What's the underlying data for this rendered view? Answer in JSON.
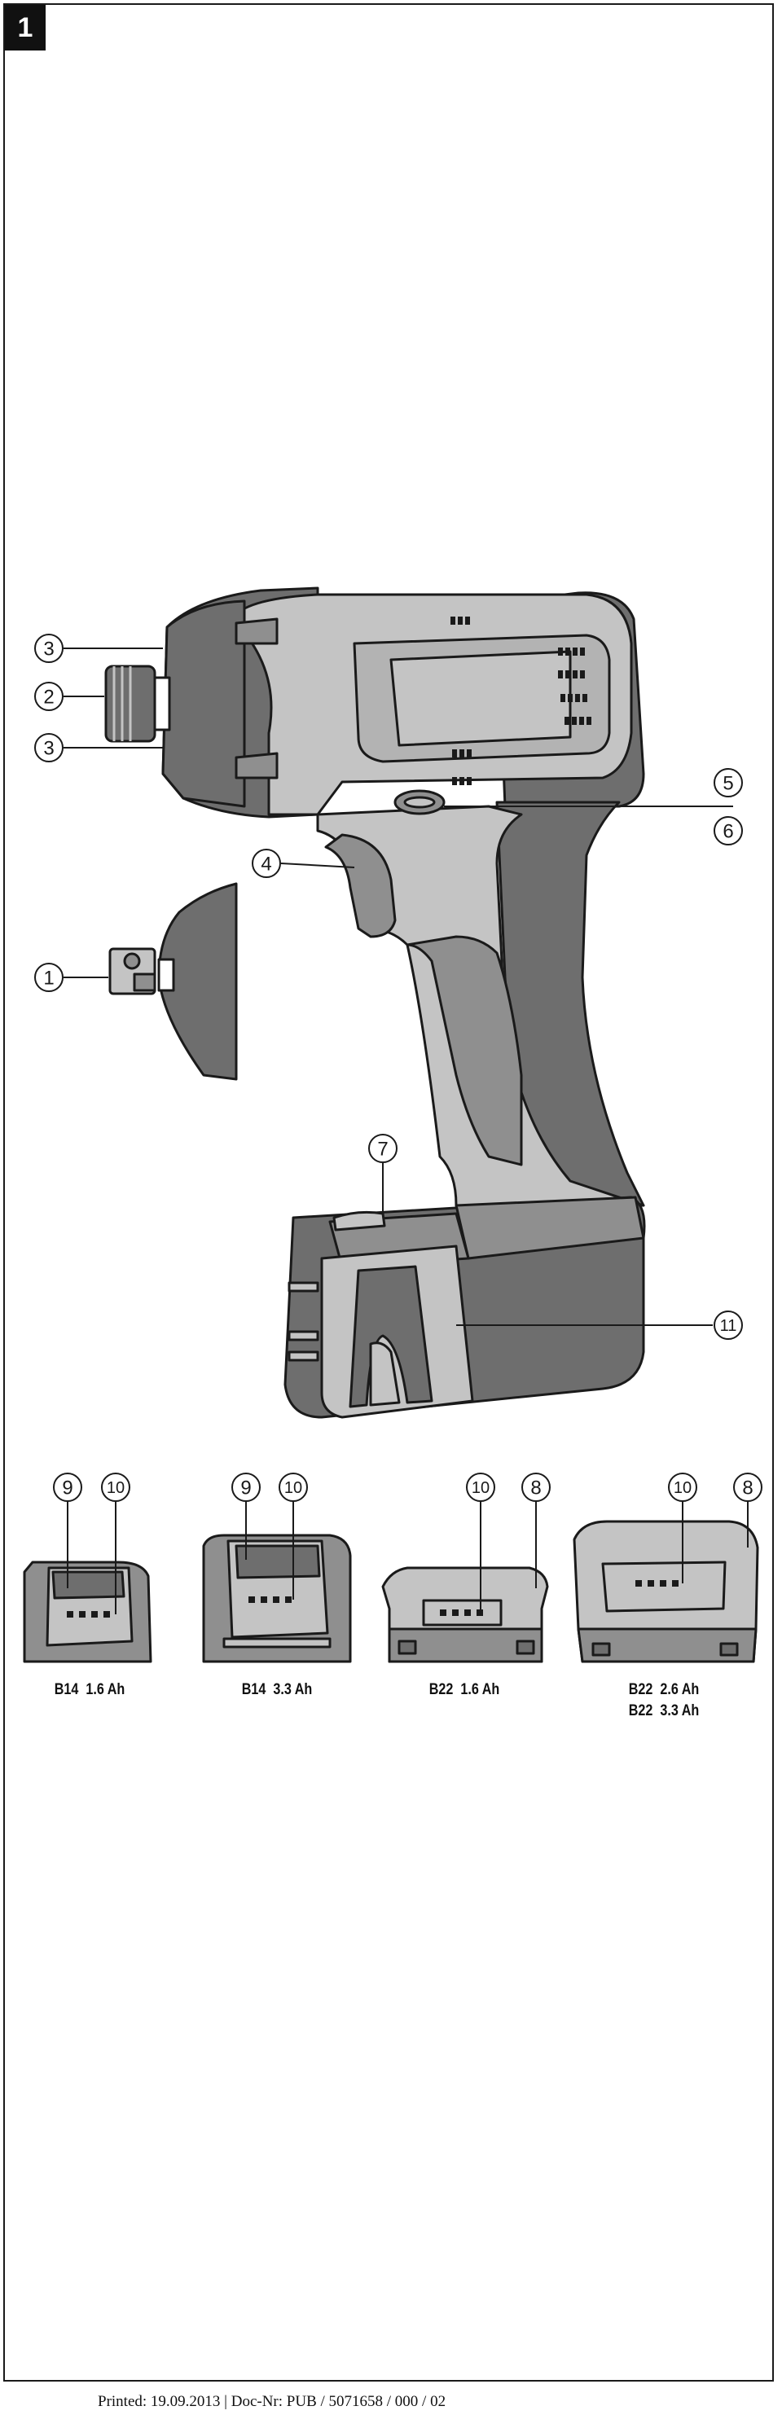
{
  "figure_number": "1",
  "callouts": {
    "c1": "1",
    "c2": "2",
    "c3a": "3",
    "c3b": "3",
    "c4": "4",
    "c5": "5",
    "c6": "6",
    "c7": "7",
    "c8a": "8",
    "c8b": "8",
    "c9a": "9",
    "c9b": "9",
    "c10a": "10",
    "c10b": "10",
    "c10c": "10",
    "c10d": "10",
    "c11": "11"
  },
  "batteries": [
    {
      "label": "B14  1.6 Ah"
    },
    {
      "label": "B14  3.3 Ah"
    },
    {
      "label": "B22  1.6 Ah"
    },
    {
      "label": "B22  2.6 Ah\nB22  3.3 Ah"
    }
  ],
  "footer": "Printed: 19.09.2013 | Doc-Nr: PUB / 5071658 / 000 / 02",
  "colors": {
    "outline": "#1a1a1a",
    "dark_grey": "#6e6e6e",
    "mid_grey": "#8f8f8f",
    "light_grey": "#c4c4c4",
    "lighter_grey": "#b3b3b3"
  }
}
